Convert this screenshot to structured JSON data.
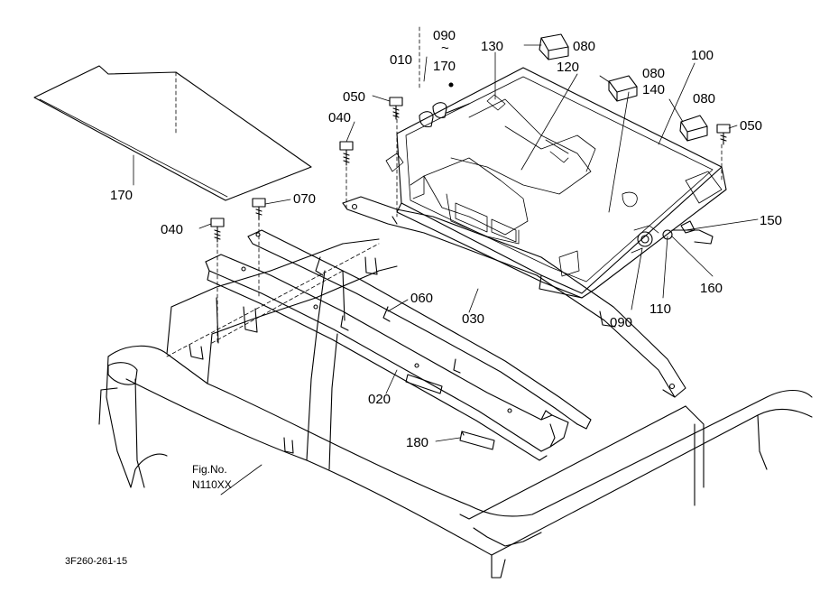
{
  "diagram": {
    "part_labels": {
      "p010": "010",
      "p020": "020",
      "p030": "030",
      "p040a": "040",
      "p040b": "040",
      "p050a": "050",
      "p050b": "050",
      "p060": "060",
      "p070": "070",
      "p080a": "080",
      "p080b": "080",
      "p080c": "080",
      "p090top": "090",
      "p090tilde": "~",
      "p090range_end": "170",
      "p090b": "090",
      "p100": "100",
      "p110": "110",
      "p120": "120",
      "p130": "130",
      "p140": "140",
      "p150": "150",
      "p160": "160",
      "p170a": "170",
      "p180": "180"
    },
    "figure": {
      "fig_label": "Fig.No.",
      "fig_number": "N110XX"
    },
    "drawing_number": "3F260-261-15"
  }
}
